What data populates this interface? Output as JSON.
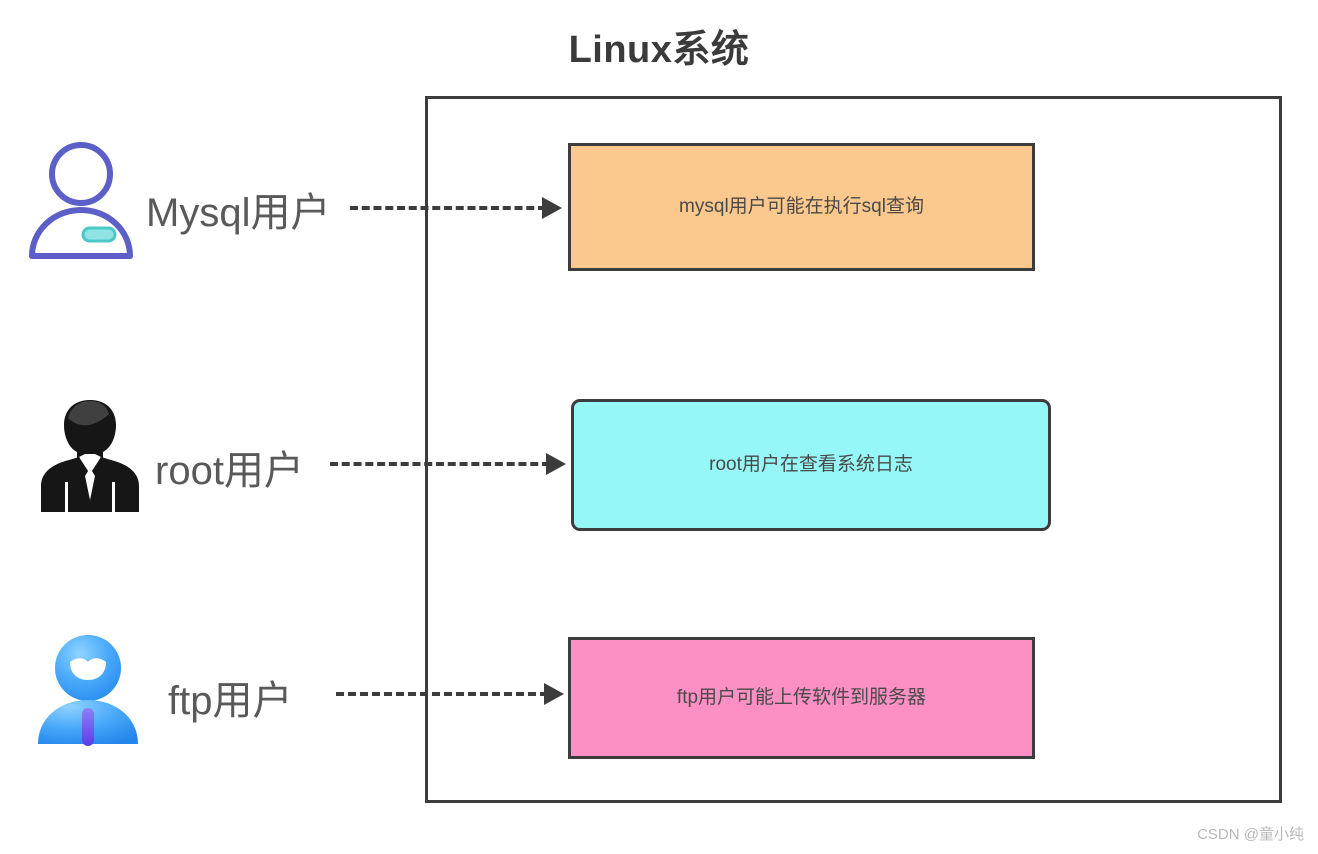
{
  "title": "Linux系统",
  "watermark": "CSDN @童小纯",
  "container": {
    "name": "linux-system-boundary"
  },
  "rows": [
    {
      "user_label": "Mysql用户",
      "avatar_icon": "user-outline-avatar-icon",
      "arrow_icon": "dashed-arrow-right-icon",
      "process_text": "mysql用户可能在执行sql查询",
      "box_color": "#fbc88d"
    },
    {
      "user_label": "root用户",
      "avatar_icon": "businessman-silhouette-avatar-icon",
      "arrow_icon": "dashed-arrow-right-icon",
      "process_text": "root用户在查看系统日志",
      "box_color": "#96f7f7"
    },
    {
      "user_label": "ftp用户",
      "avatar_icon": "blue-user-avatar-icon",
      "arrow_icon": "dashed-arrow-right-icon",
      "process_text": "ftp用户可能上传软件到服务器",
      "box_color": "#fc90c4"
    }
  ],
  "colors": {
    "stroke": "#3c3c3c",
    "title_text": "#3b3b3b",
    "label_text": "#595959",
    "box_text": "#4a4a4a",
    "watermark_text": "#b9b9b9",
    "avatar_mysql_outline": "#5b5fc7",
    "avatar_mysql_badge": "#4cc8c8",
    "avatar_root_fill": "#161616",
    "avatar_ftp_fill": "#39a0f7",
    "avatar_ftp_accent": "#7b5cf0"
  }
}
